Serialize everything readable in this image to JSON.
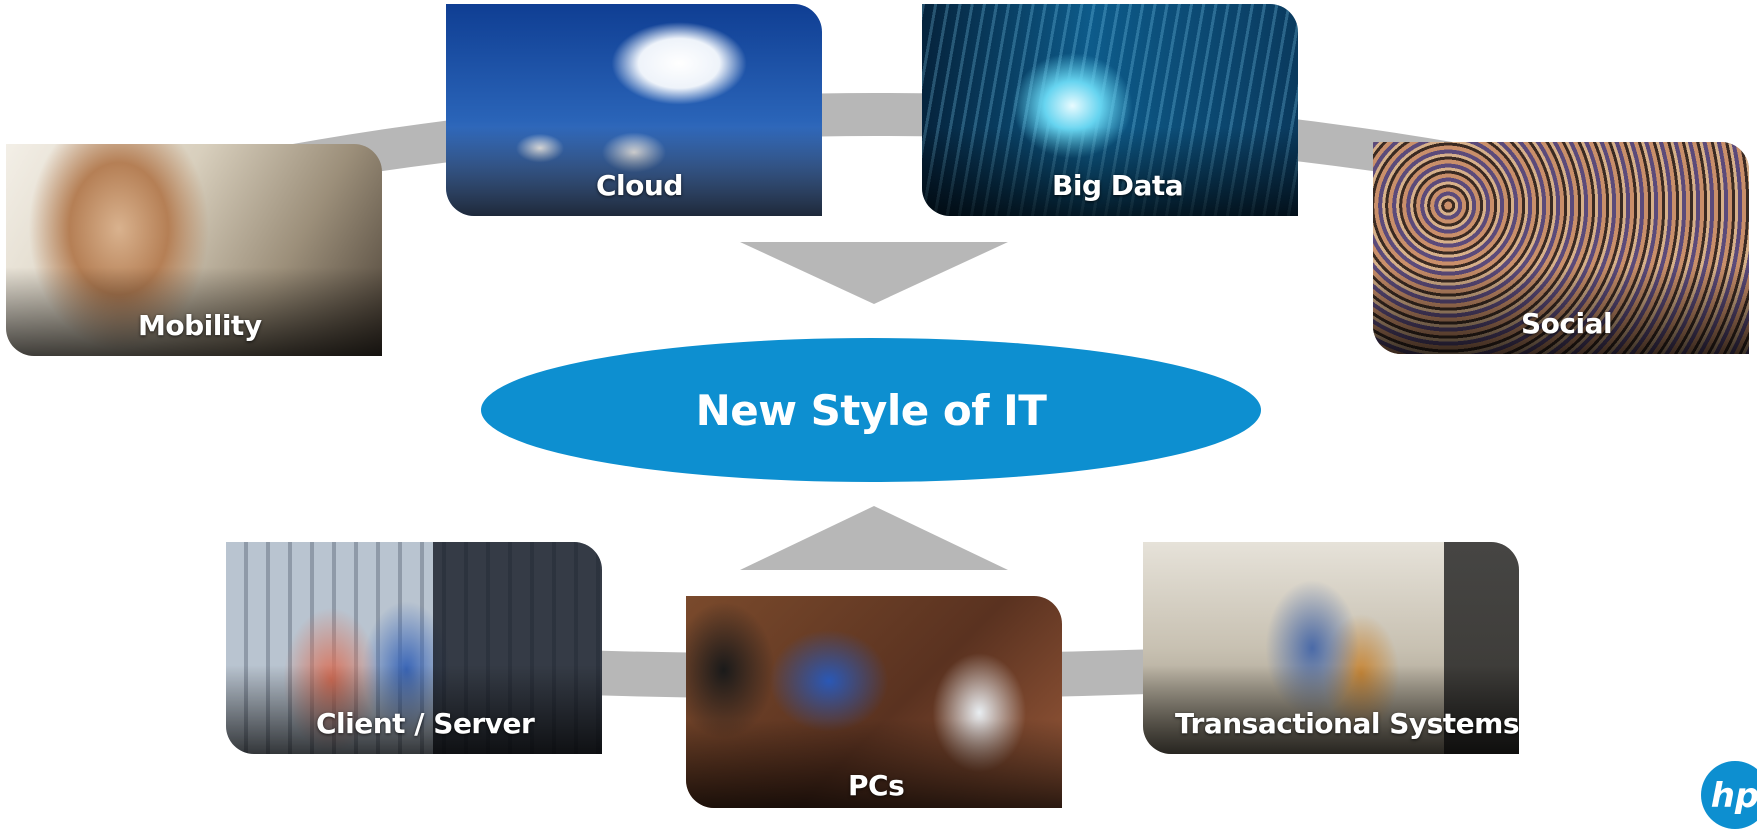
{
  "hub": {
    "label": "New Style of IT",
    "color": "#0d8fd0"
  },
  "connector_color": "#b7b7b7",
  "top_tiles": [
    {
      "label": "Mobility"
    },
    {
      "label": "Cloud"
    },
    {
      "label": "Big Data"
    },
    {
      "label": "Social"
    }
  ],
  "bottom_tiles": [
    {
      "label": "Client / Server"
    },
    {
      "label": "PCs"
    },
    {
      "label": "Transactional Systems"
    }
  ],
  "logo": {
    "name": "hp-logo-icon",
    "text": "hp",
    "color": "#0d8fd0"
  }
}
